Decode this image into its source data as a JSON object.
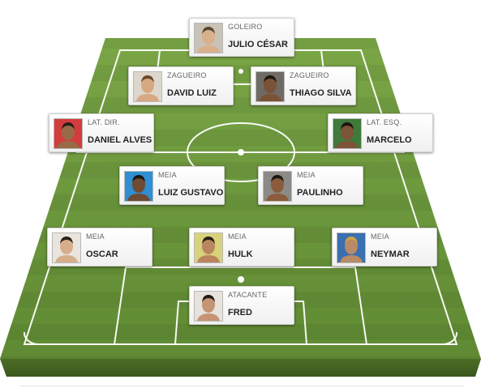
{
  "lineup": [
    {
      "id": "goleiro",
      "position": "GOLEIRO",
      "name": "JULIO CÉSAR",
      "skin": "#d9b08c",
      "hair": "#5a4632",
      "bg": "#c9c2b6"
    },
    {
      "id": "zagueiro-1",
      "position": "ZAGUEIRO",
      "name": "DAVID LUIZ",
      "skin": "#d7a882",
      "hair": "#6a4a2a",
      "bg": "#dcd6cc"
    },
    {
      "id": "zagueiro-2",
      "position": "ZAGUEIRO",
      "name": "THIAGO SILVA",
      "skin": "#7a5236",
      "hair": "#1e1712",
      "bg": "#6f6a66"
    },
    {
      "id": "lat-dir",
      "position": "LAT. DIR.",
      "name": "DANIEL ALVES",
      "skin": "#9a6a48",
      "hair": "#2a2018",
      "bg": "#d33c3c"
    },
    {
      "id": "lat-esq",
      "position": "LAT. ESQ.",
      "name": "MARCELO",
      "skin": "#7c5438",
      "hair": "#1c1510",
      "bg": "#3f7a3a"
    },
    {
      "id": "meia-1",
      "position": "MEIA",
      "name": "LUIZ GUSTAVO",
      "skin": "#6e4a32",
      "hair": "#1a1410",
      "bg": "#2f8fd0"
    },
    {
      "id": "meia-2",
      "position": "MEIA",
      "name": "PAULINHO",
      "skin": "#8a5c3c",
      "hair": "#1c1612",
      "bg": "#8c8a86"
    },
    {
      "id": "meia-3",
      "position": "MEIA",
      "name": "OSCAR",
      "skin": "#d6ae8c",
      "hair": "#2c2219",
      "bg": "#e9e4de"
    },
    {
      "id": "meia-4",
      "position": "MEIA",
      "name": "HULK",
      "skin": "#b9845e",
      "hair": "#2a2018",
      "bg": "#d8d27a"
    },
    {
      "id": "meia-5",
      "position": "MEIA",
      "name": "NEYMAR",
      "skin": "#b88a66",
      "hair": "#c9a24a",
      "bg": "#3a6fb0"
    },
    {
      "id": "atacante",
      "position": "ATACANTE",
      "name": "FRED",
      "skin": "#c49474",
      "hair": "#231a14",
      "bg": "#e6e2dc"
    }
  ],
  "colors": {
    "grass_light": "#6f9a3e",
    "grass_dark": "#557c2c",
    "line": "#ffffff",
    "card_text": "#222222",
    "label_text": "#666666"
  }
}
